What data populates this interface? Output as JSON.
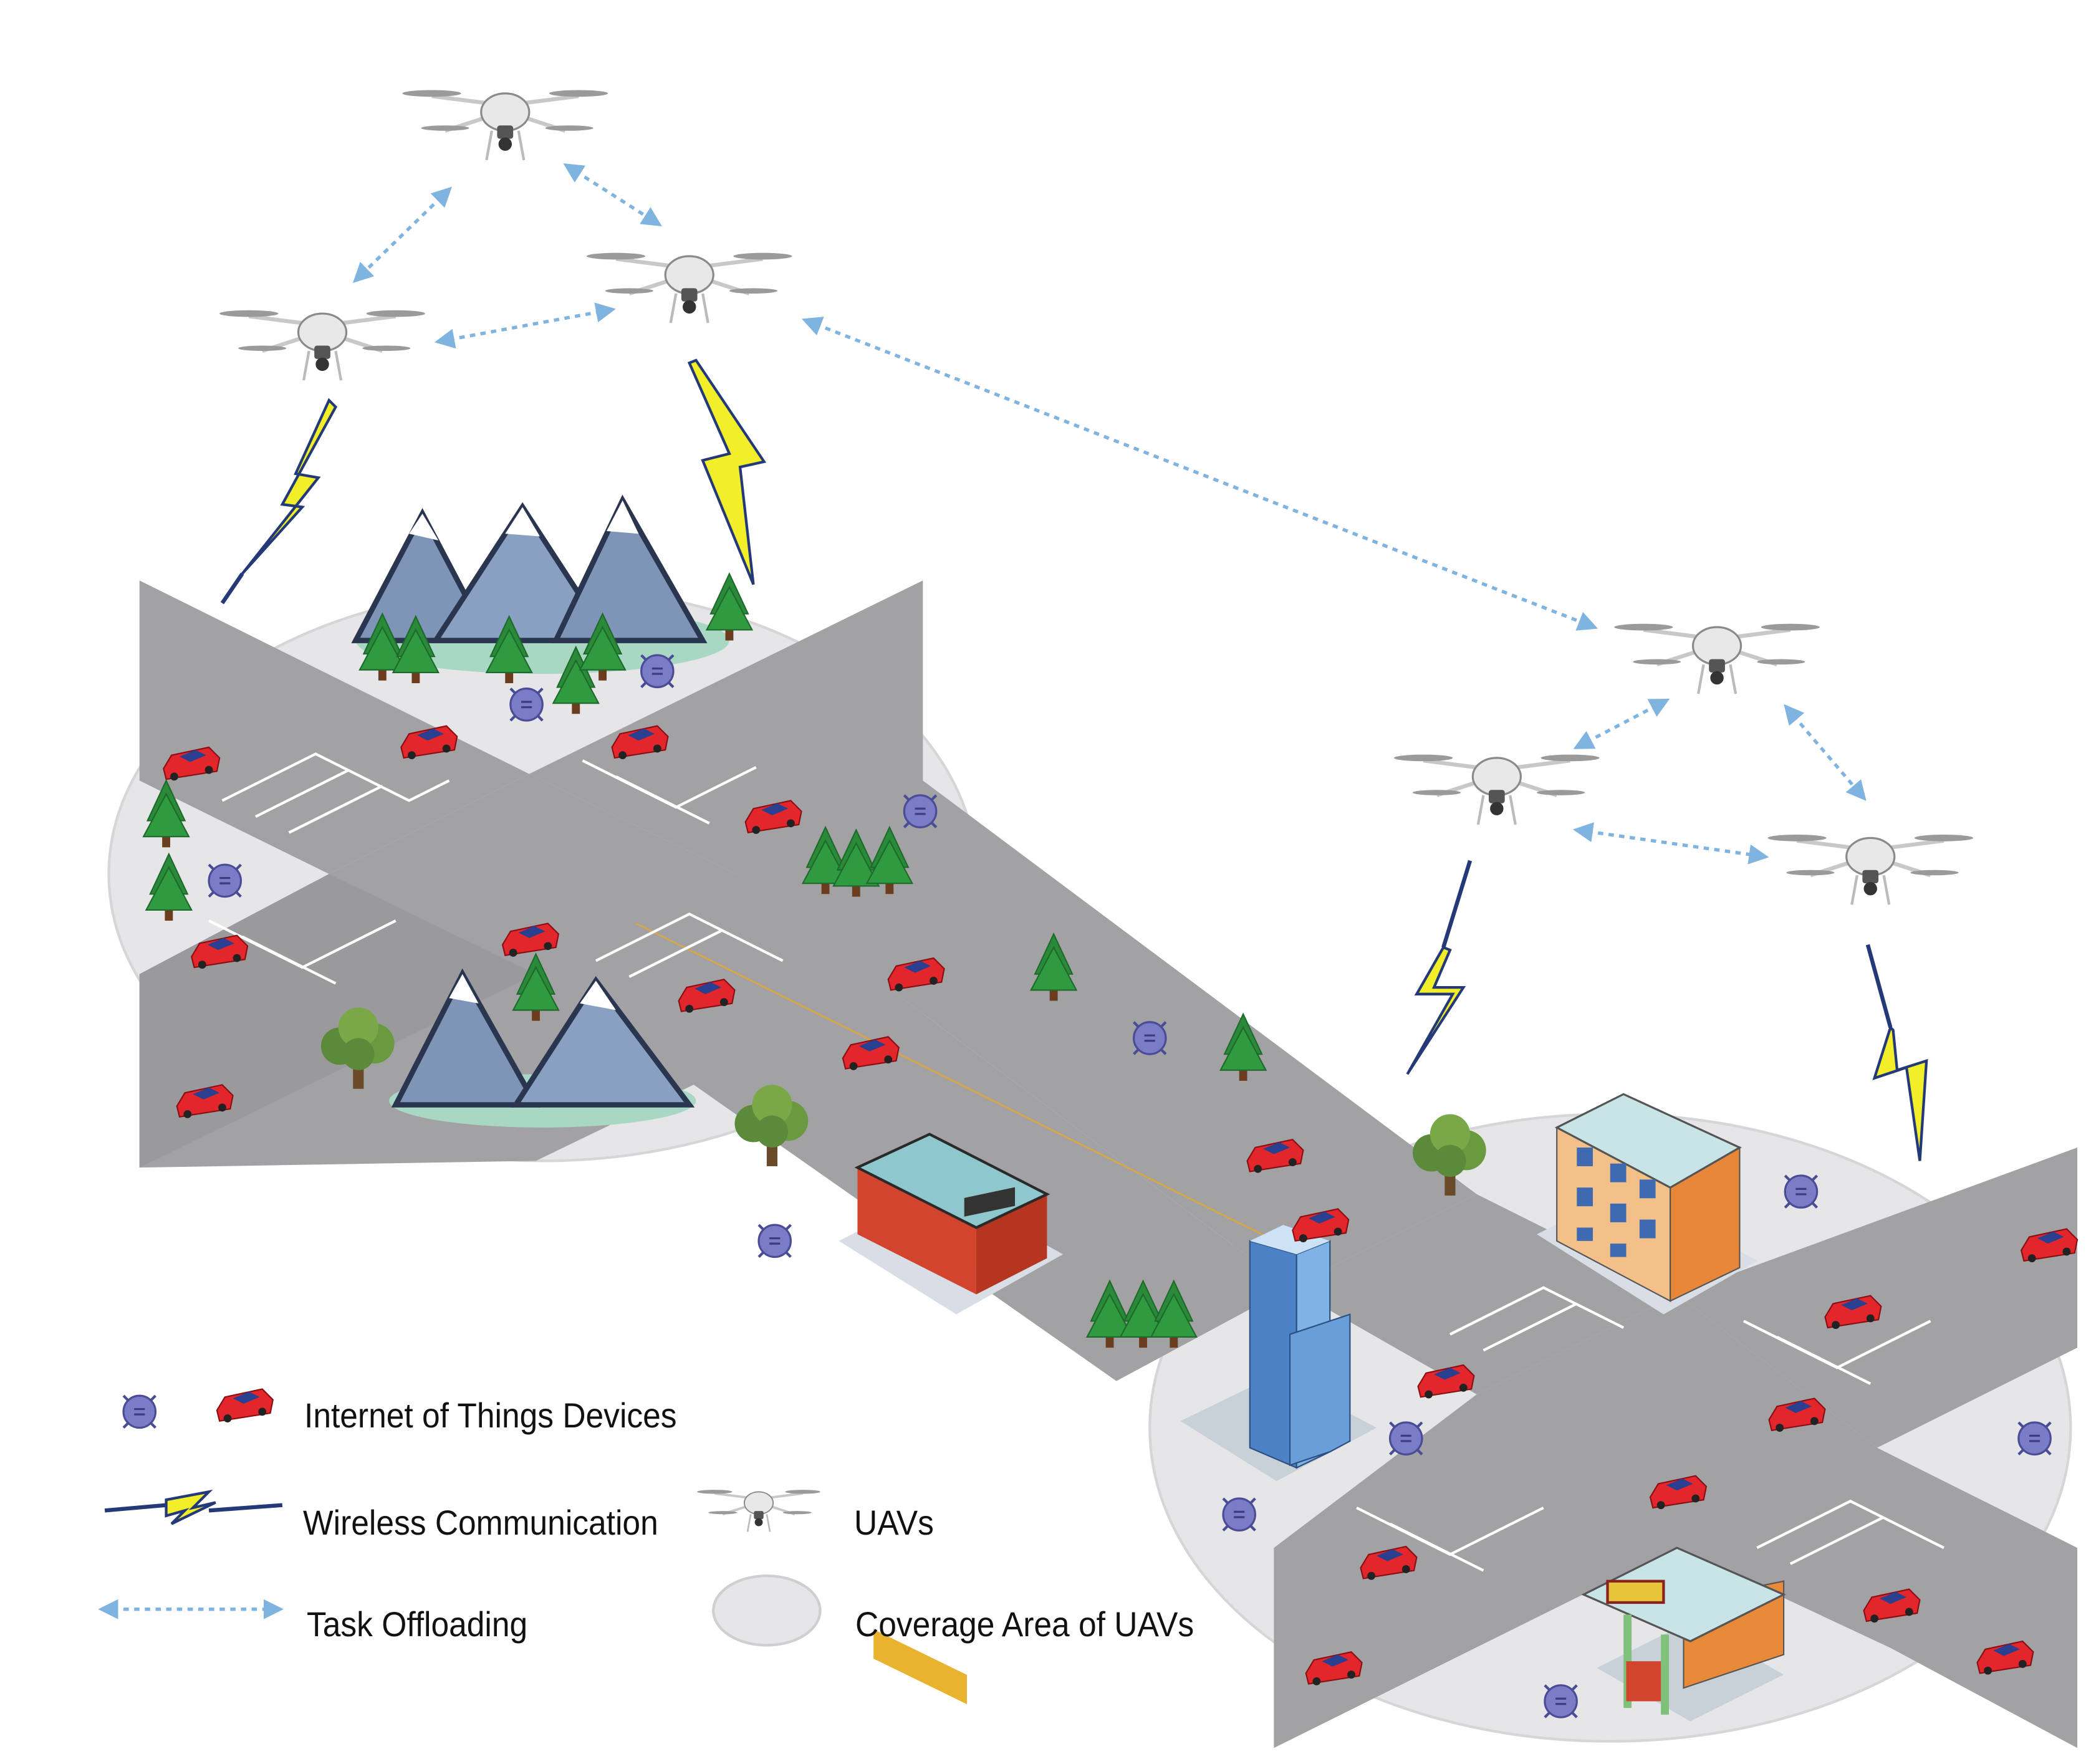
{
  "legend": {
    "iot": "Internet of Things Devices",
    "wireless": "Wireless Communication",
    "uav": "UAVs",
    "task": "Task Offloading",
    "coverage": "Coverage Area of UAVs"
  },
  "colors": {
    "road": "#a2a2a4",
    "roadEdge": "#8e8e90",
    "coverage": "#e6e6e8",
    "lightning": "#f2ee2a",
    "lightningEdge": "#243a78",
    "offload": "#7fb3e0",
    "iot": "#7a7cc6",
    "car": "#e3262c",
    "tree": "#2a8a3a",
    "mountain": "#7f95b8"
  },
  "icons": {
    "uav": "drone-icon",
    "iot": "iot-sensor-icon",
    "car": "car-icon",
    "tree": "pine-tree-icon",
    "building": "building-icon",
    "mountain": "mountain-icon"
  }
}
